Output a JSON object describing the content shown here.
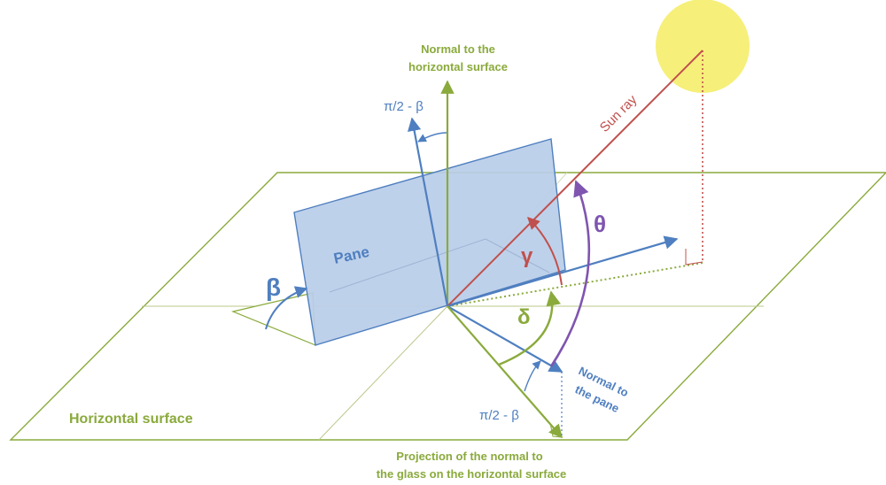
{
  "labels": {
    "normal_horizontal": [
      "Normal to the",
      "horizontal surface"
    ],
    "pi_beta_top": "π/2 - β",
    "sun_ray": "Sun ray",
    "pane": "Pane",
    "theta": "θ",
    "gamma": "γ",
    "beta": "β",
    "delta": "δ",
    "normal_pane": [
      "Normal to",
      "the pane"
    ],
    "pi_beta_bottom": "π/2 - β",
    "horizontal_surface": "Horizontal surface",
    "projection": [
      "Projection of the normal to",
      "the glass on the horizontal surface"
    ]
  },
  "colors": {
    "green": "#8aaa3c",
    "blue": "#4f7fc0",
    "red": "#c0504d",
    "purple": "#7f55b0",
    "pane_fill": "#b9cde8",
    "sun": "#f6ef7a"
  }
}
